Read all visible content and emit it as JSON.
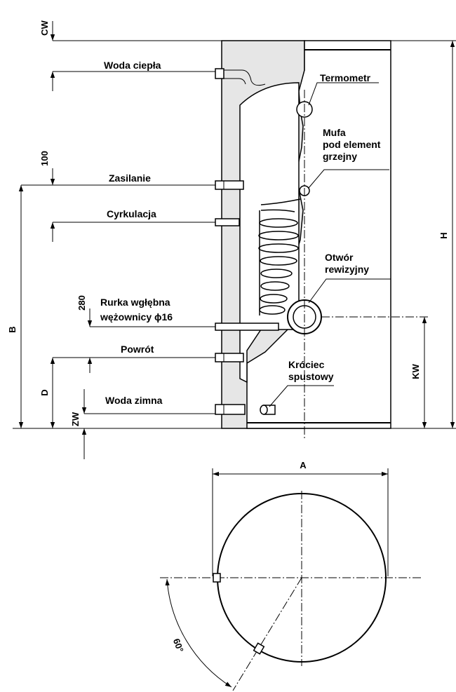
{
  "labels": {
    "woda_ciepla": "Woda ciepła",
    "zasilanie": "Zasilanie",
    "cyrkulacja": "Cyrkulacja",
    "rurka_line1": "Rurka wgłębna",
    "rurka_line2": "wężownicy ϕ16",
    "powrot": "Powrót",
    "woda_zimna": "Woda zimna",
    "termometr": "Termometr",
    "mufa_line1": "Mufa",
    "mufa_line2": "pod element",
    "mufa_line3": "grzejny",
    "otwor_line1": "Otwór",
    "otwor_line2": "rewizyjny",
    "krociec_line1": "Króciec",
    "krociec_line2": "spustowy"
  },
  "dimensions": {
    "cw": "CW",
    "d100": "100",
    "d280": "280",
    "b": "B",
    "d": "D",
    "zw": "ZW",
    "h": "H",
    "kw": "KW",
    "a": "A",
    "angle": "60°"
  }
}
